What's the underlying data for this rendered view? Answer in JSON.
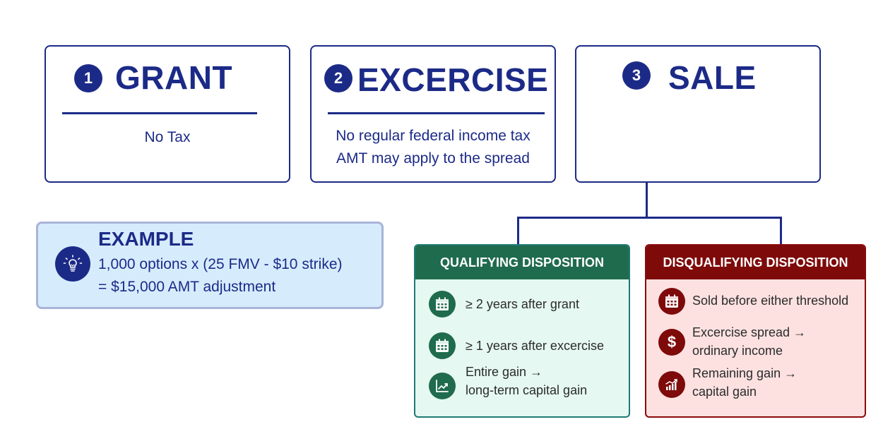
{
  "steps": [
    {
      "number": "1",
      "title": "GRANT",
      "lines": [
        "No Tax"
      ]
    },
    {
      "number": "2",
      "title": "EXCERCISE",
      "lines": [
        "No regular federal income tax",
        "AMT may apply to the spread"
      ]
    },
    {
      "number": "3",
      "title": "SALE",
      "lines": []
    }
  ],
  "example": {
    "title": "EXAMPLE",
    "line1": "1,000 options x (25 FMV - $10 strike)",
    "line2": "= $15,000 AMT adjustment",
    "icon": "lightbulb-icon"
  },
  "qualifying": {
    "header": "QUALIFYING DISPOSITION",
    "items": [
      {
        "icon": "calendar-icon",
        "line1": "≥ 2 years after grant",
        "line2": ""
      },
      {
        "icon": "calendar-icon",
        "line1": "≥ 1 years after excercise",
        "line2": ""
      },
      {
        "icon": "trend-chart-icon",
        "line1": "Entire gain →",
        "line2": "long-term capital gain"
      }
    ]
  },
  "disqualifying": {
    "header": "DISQUALIFYING DISPOSITION",
    "items": [
      {
        "icon": "calendar-icon",
        "line1": "Sold before either threshold",
        "line2": ""
      },
      {
        "icon": "dollar-icon",
        "line1": " Excercise spread →",
        "line2": "ordinary income"
      },
      {
        "icon": "bar-chart-icon",
        "line1": " Remaining gain →",
        "line2": "capital gain"
      }
    ]
  },
  "colors": {
    "navy": "#1c2a87",
    "green": "#1f6b4d",
    "red": "#7e0a0a",
    "example_bg": "#d6ecfd"
  }
}
